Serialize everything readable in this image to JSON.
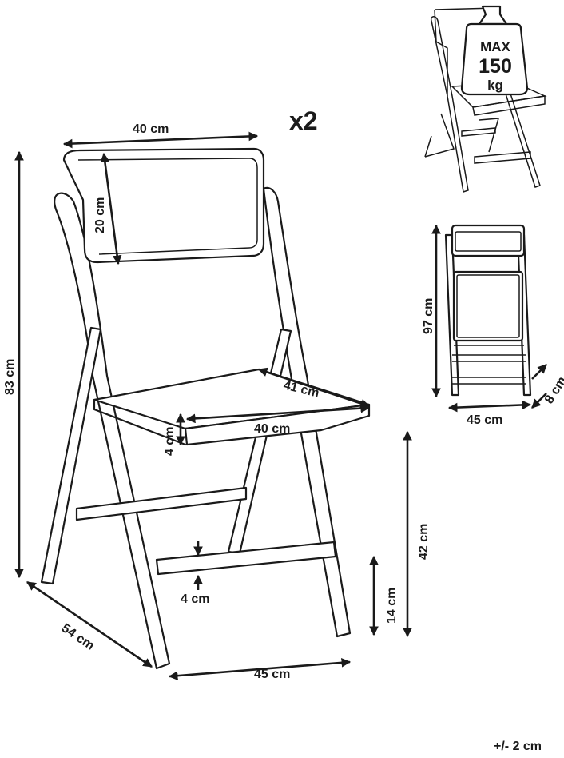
{
  "labels": {
    "backrest_width": "40 cm",
    "backrest_height": "20 cm",
    "total_height": "83 cm",
    "seat_depth": "41 cm",
    "seat_width": "40 cm",
    "seat_thickness": "4 cm",
    "depth": "54 cm",
    "stretcher_thickness": "4 cm",
    "base_width": "45 cm",
    "stretcher_height": "14 cm",
    "seat_height": "42 cm",
    "folded_height": "97 cm",
    "folded_width": "45 cm",
    "folded_depth": "8 cm",
    "quantity": "x2",
    "tolerance": "+/- 2 cm"
  },
  "load_badge": {
    "prefix": "MAX",
    "value": "150",
    "unit": "kg"
  }
}
